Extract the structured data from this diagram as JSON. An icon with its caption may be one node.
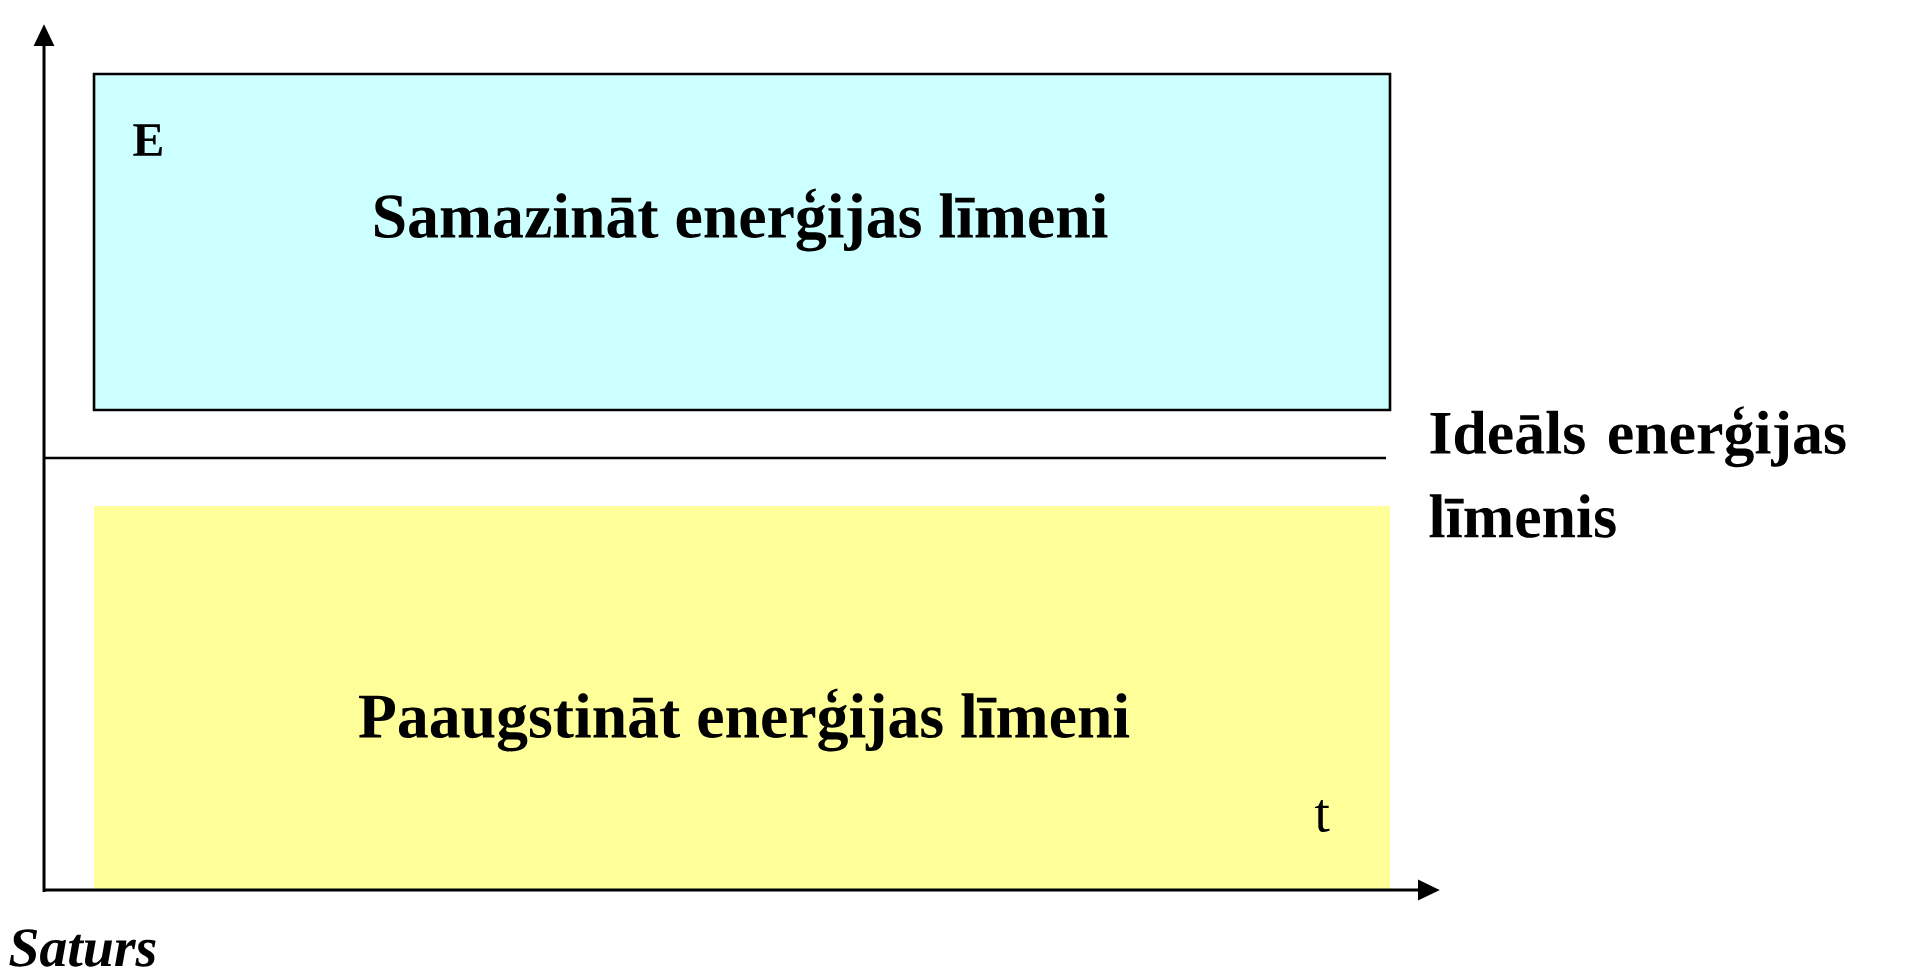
{
  "diagram": {
    "nodes": [
      {
        "text": [
          "Samazināt enerģijas līmeni"
        ]
      },
      {
        "text": [
          "Paaugstināt enerģijas līmeni"
        ]
      }
    ],
    "labels": [
      "E",
      "Ideāls enerģijas līmenis",
      "t",
      "Saturs"
    ]
  }
}
